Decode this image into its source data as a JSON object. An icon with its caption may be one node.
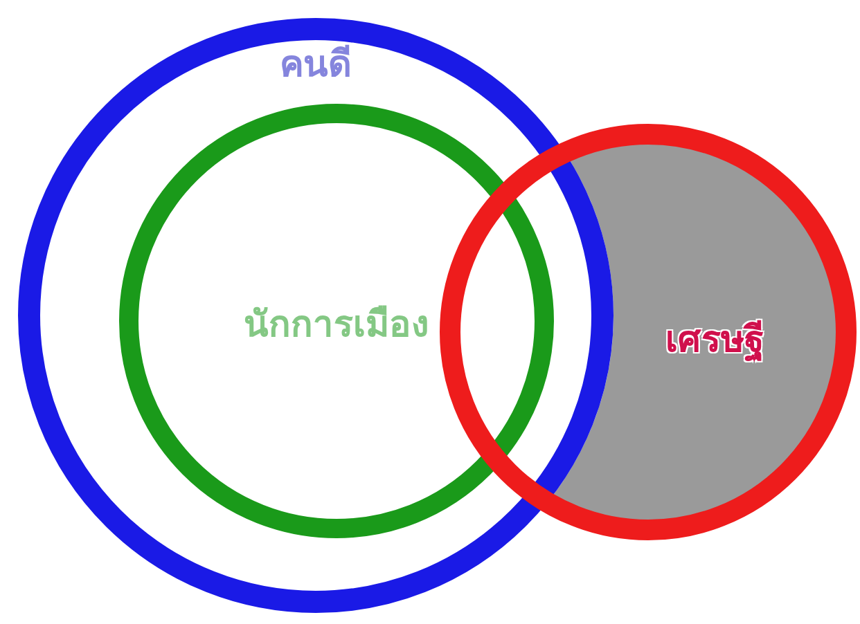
{
  "diagram": {
    "nodes": [
      {
        "text": [
          "คนดี"
        ]
      },
      {
        "text": [
          "นักการเมือง"
        ],
        "in": 0
      },
      {
        "text": [
          "เศรษฐี"
        ]
      }
    ]
  }
}
